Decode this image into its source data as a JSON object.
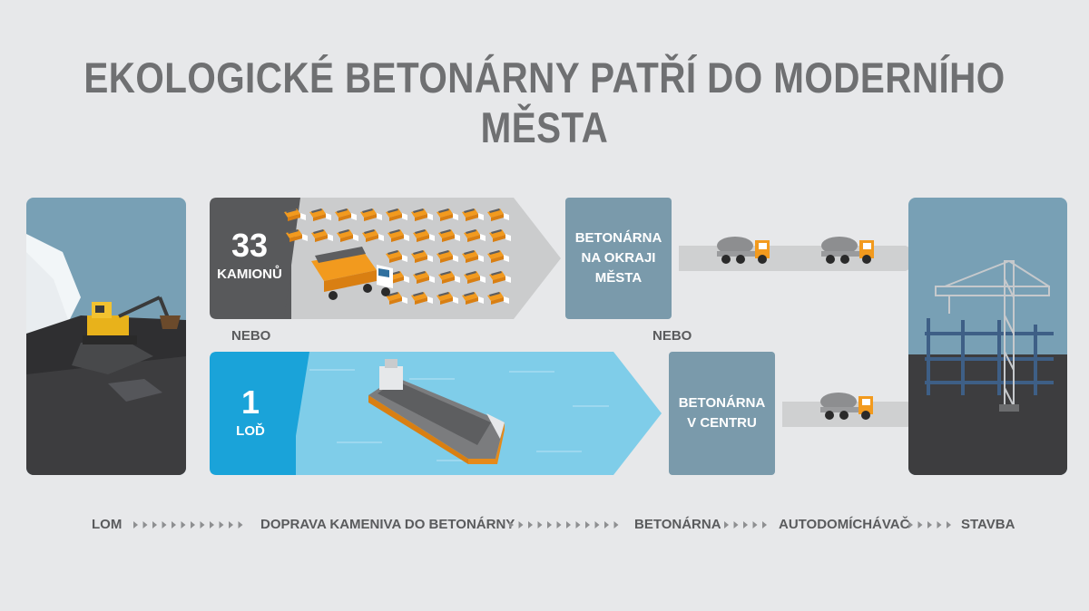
{
  "title": "EKOLOGICKÉ BETONÁRNY PATŘÍ DO MODERNÍHO MĚSTA",
  "route_trucks": {
    "count": "33",
    "unit": "KAMIONŮ",
    "plant_label": "BETONÁRNA\nNA OKRAJI\nMĚSTA",
    "mixer_count": 2
  },
  "route_ship": {
    "count": "1",
    "unit": "LOĎ",
    "plant_label": "BETONÁRNA\nV CENTRU",
    "mixer_count": 1
  },
  "separator_left": "NEBO",
  "separator_right": "NEBO",
  "legend": {
    "lom": "LOM",
    "doprava": "DOPRAVA KAMENIVA DO BETONÁRNY",
    "betonarna": "BETONÁRNA",
    "autodomichavac": "AUTODOMÍCHÁVAČ",
    "stavba": "STAVBA"
  },
  "colors": {
    "background": "#e7e8ea",
    "title_text": "#6f7072",
    "panel_blue": "#78a0b5",
    "plant_box": "#7a9aab",
    "trucks_arrow": "#cbcccd",
    "trucks_label_bg": "#58595b",
    "water": "#7fcde9",
    "ship_label_bg": "#1aa3d9",
    "truck_orange": "#f29a1e",
    "road": "#cfd0d1"
  },
  "icons": {
    "quarry": "excavator-quarry-illustration",
    "trucks": "dump-truck-fleet-illustration",
    "ship": "cargo-ship-illustration",
    "mixer": "concrete-mixer-truck-icon",
    "construction": "crane-building-illustration"
  }
}
